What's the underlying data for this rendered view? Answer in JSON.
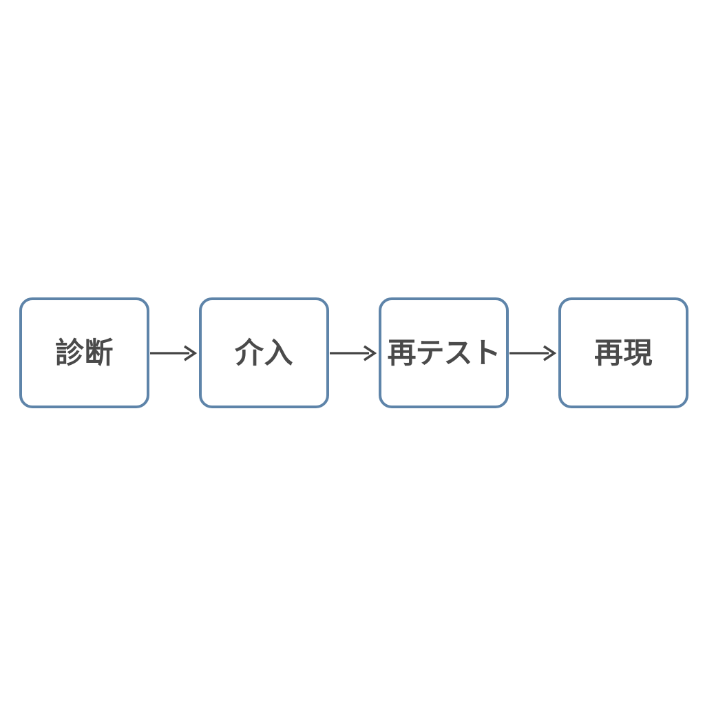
{
  "diagram": {
    "type": "linear-process-flow",
    "orientation": "horizontal",
    "background_color": "#ffffff",
    "node_border_color": "#5e84a9",
    "node_fill_color": "#ffffff",
    "label_text_color": "#4a4a4a",
    "arrow_color": "#454545",
    "nodes": [
      {
        "id": "node-1",
        "label": "診断"
      },
      {
        "id": "node-2",
        "label": "介入"
      },
      {
        "id": "node-3",
        "label": "再テスト"
      },
      {
        "id": "node-4",
        "label": "再現"
      }
    ],
    "connectors": [
      {
        "id": "arrow-1",
        "from": "node-1",
        "to": "node-2",
        "glyph": "arrow-right-icon"
      },
      {
        "id": "arrow-2",
        "from": "node-2",
        "to": "node-3",
        "glyph": "arrow-right-icon"
      },
      {
        "id": "arrow-3",
        "from": "node-3",
        "to": "node-4",
        "glyph": "arrow-right-icon"
      }
    ]
  }
}
